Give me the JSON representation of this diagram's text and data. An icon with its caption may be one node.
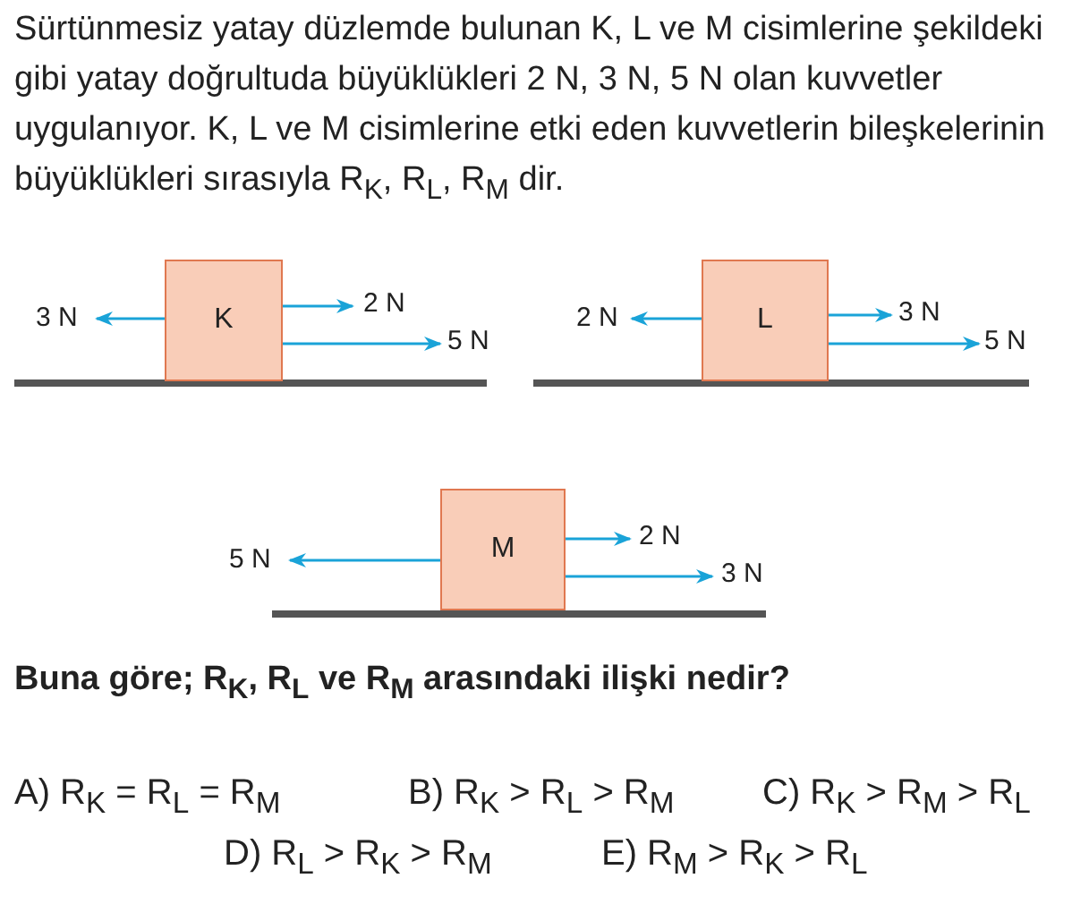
{
  "diagram": {
    "nodes": [
      {
        "text": [
          "K"
        ]
      },
      {
        "text": [
          "L"
        ]
      },
      {
        "text": [
          "M"
        ]
      }
    ],
    "labels": [
      "Sürtünmesiz yatay düzlemde bulunan K, L ve M cisimlerine şekildeki gibi yatay doğrultuda büyüklükleri 2 N, 3 N, 5 N olan kuvvetler uygulanıyor. K, L ve M cisimlerine etki eden kuvvetlerin bileşkelerinin büyüklükleri sırasıyla R$_{K}$, R$_{L}$, R$_{M}$ dir.",
      "3 N",
      "2 N",
      "5 N",
      "2 N",
      "3 N",
      "5 N",
      "5 N",
      "2 N",
      "3 N",
      "Buna göre; R$_{K}$, R$_{L}$ ve R$_{M}$ arasındaki ilişki nedir?",
      "A) R$_{K}$ = R$_{L}$ = R$_{M}$",
      "B) R$_{K}$ > R$_{L}$ > R$_{M}$",
      "C) R$_{K}$ > R$_{M}$ > R$_{L}$",
      "D) R$_{L}$ > R$_{K}$ > R$_{M}$",
      "E) R$_{M}$ > R$_{K}$ > R$_{L}$"
    ]
  }
}
